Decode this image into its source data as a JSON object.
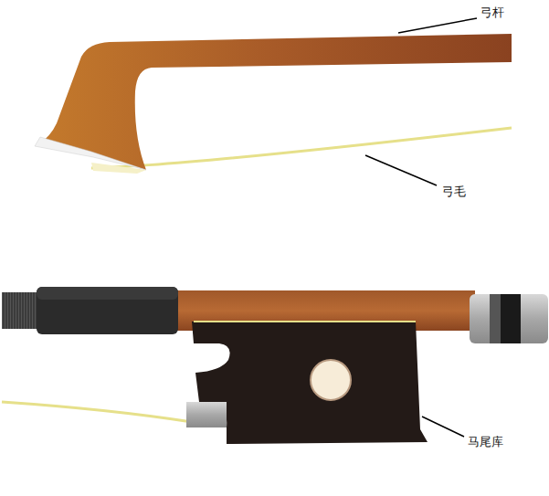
{
  "diagram": {
    "labels": [
      "弓杆",
      "弓毛",
      "马尾库"
    ]
  }
}
